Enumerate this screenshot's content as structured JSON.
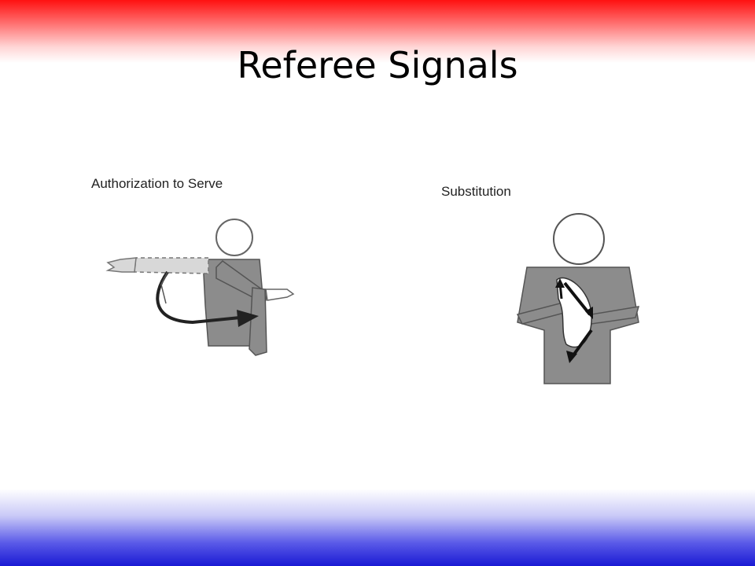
{
  "slide": {
    "title": "Referee Signals"
  },
  "signals": [
    {
      "label": "Authorization to Serve",
      "icon": "authorization-to-serve-figure"
    },
    {
      "label": "Substitution",
      "icon": "substitution-figure"
    }
  ],
  "colors": {
    "top_band": "#ff1111",
    "bottom_band": "#1a1ad4",
    "figure_gray": "#8c8c8c"
  }
}
